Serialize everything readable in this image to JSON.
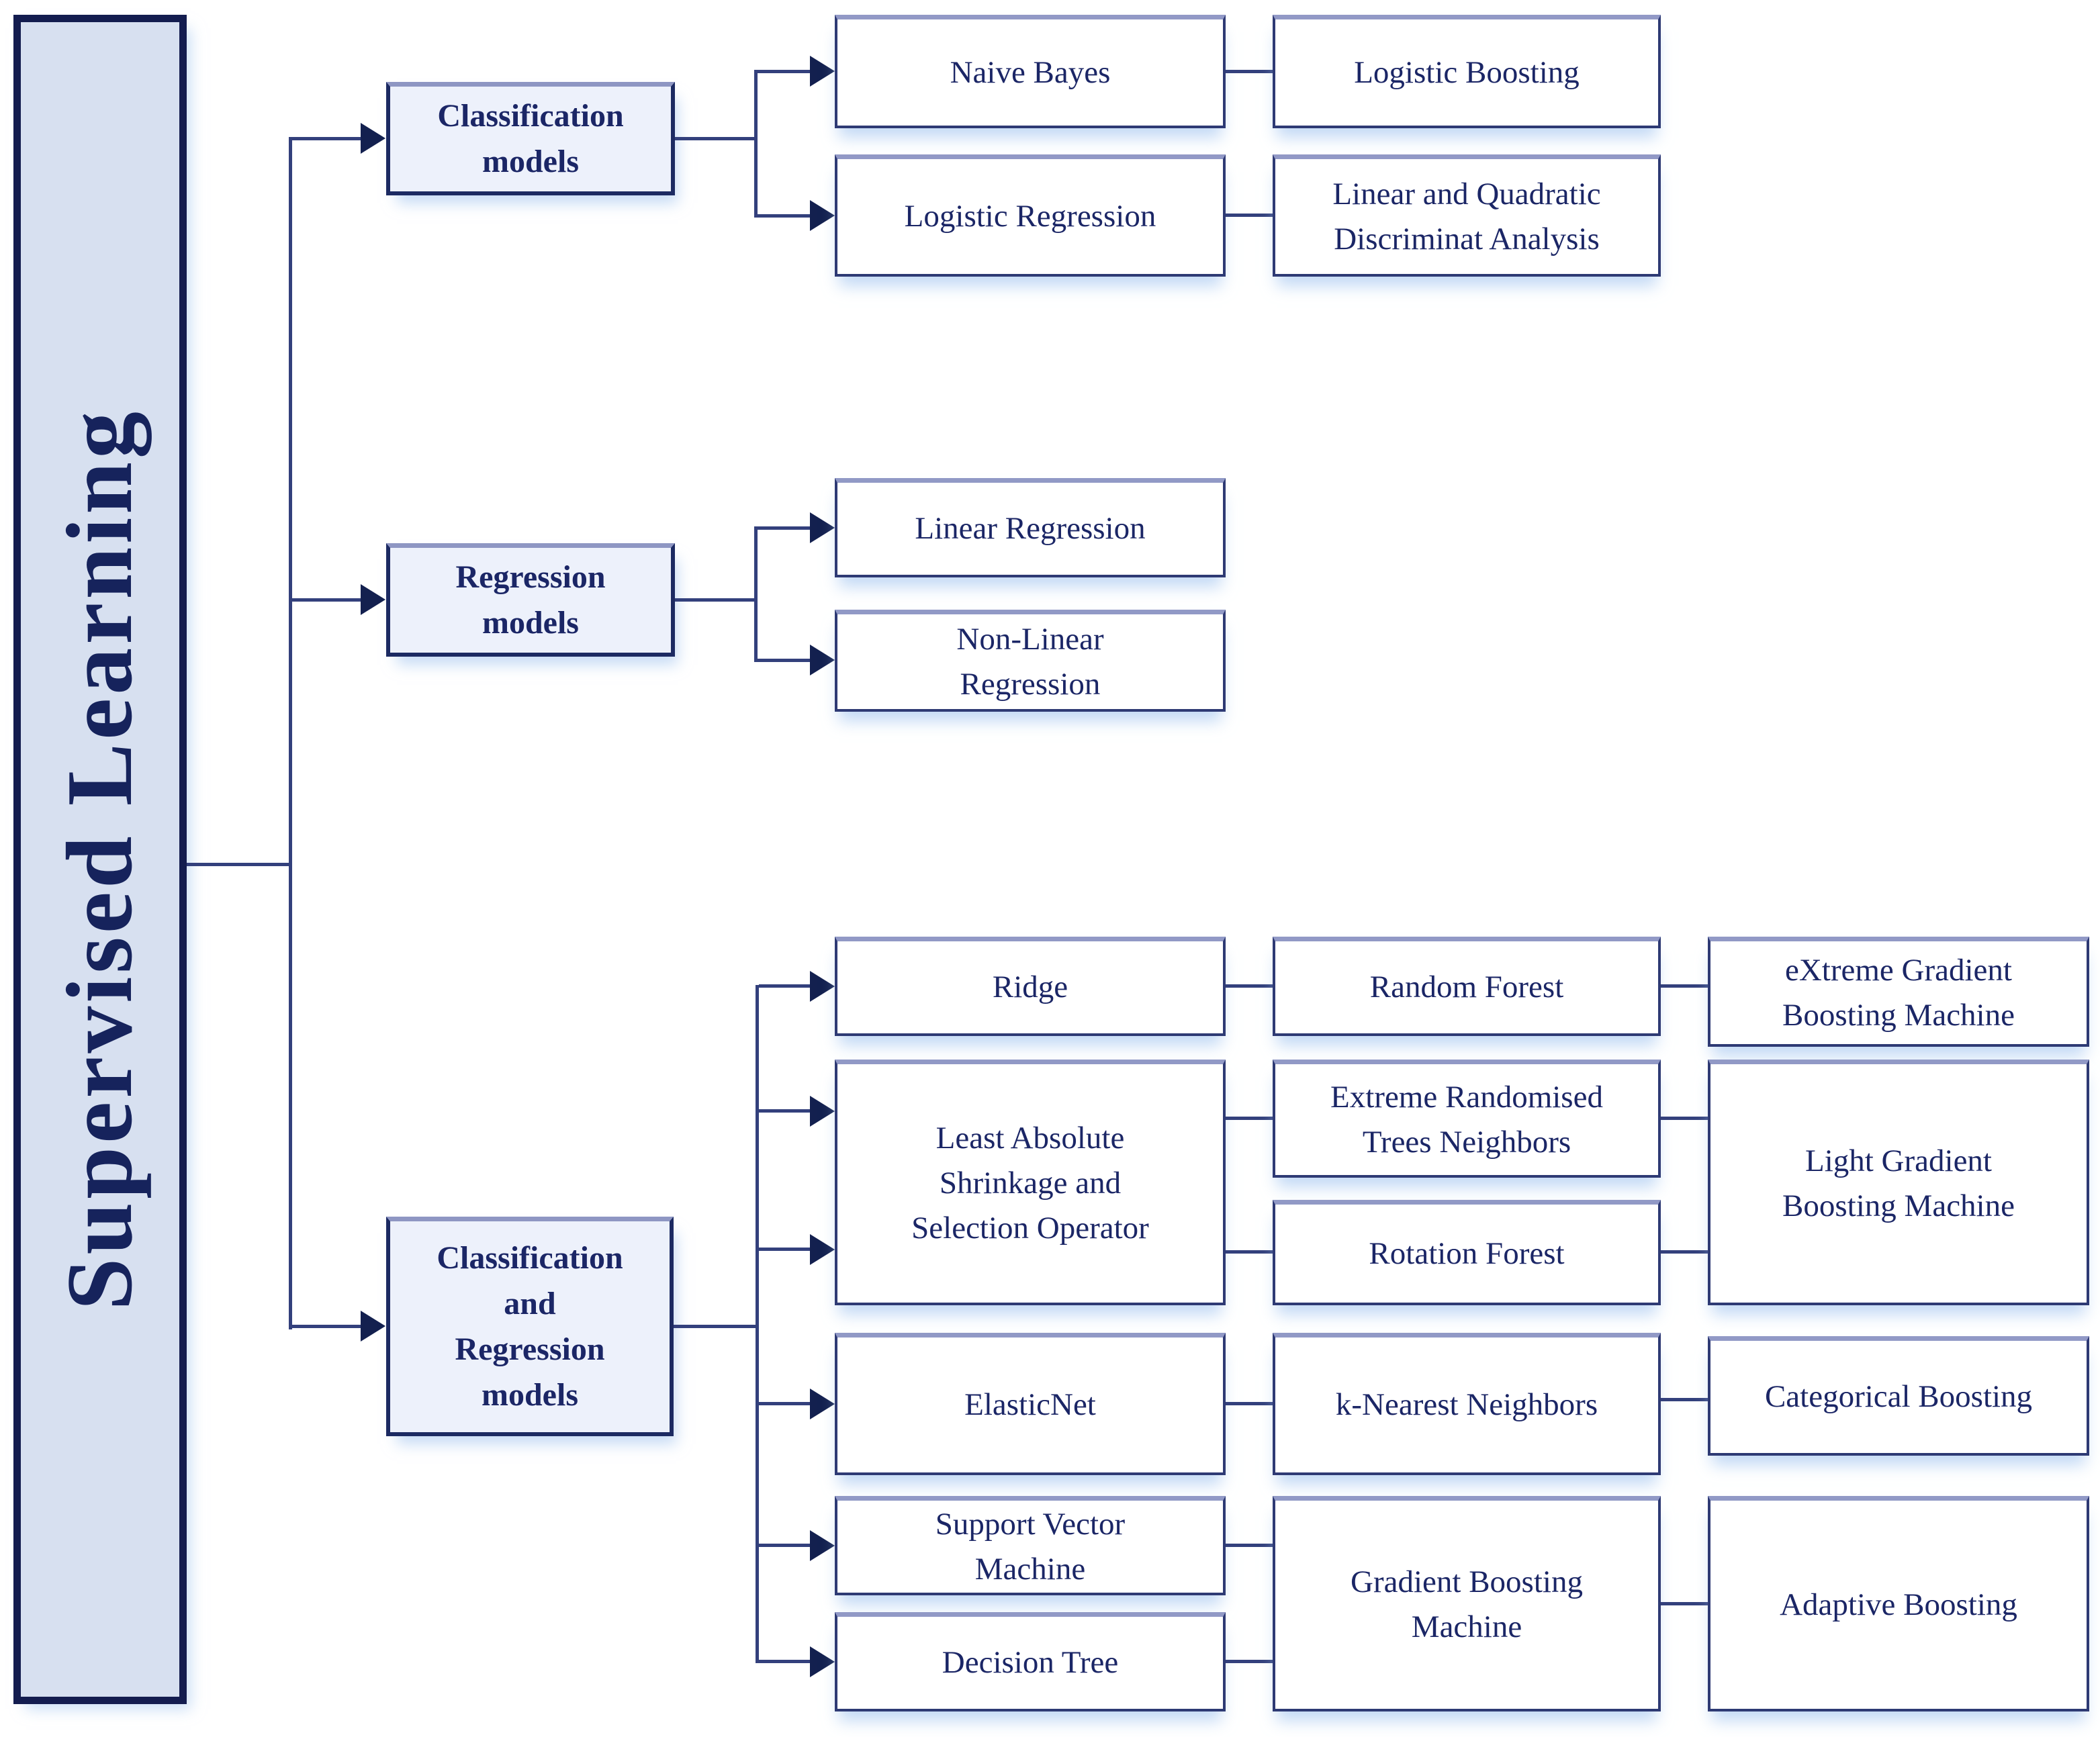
{
  "diagram": {
    "title": "Supervised Learning",
    "root": {
      "label": "Supervised Learning"
    },
    "categories": {
      "classification": {
        "label": "Classification\nmodels"
      },
      "regression": {
        "label": "Regression\nmodels"
      },
      "classification_regression": {
        "label": "Classification\nand\nRegression\nmodels"
      }
    },
    "nodes": {
      "naive_bayes": "Naive Bayes",
      "logistic_boosting": "Logistic Boosting",
      "logistic_regression": "Logistic Regression",
      "linear_quadratic_discriminant": "Linear and Quadratic\nDiscriminat Analysis",
      "linear_regression": "Linear Regression",
      "non_linear_regression": "Non-Linear\nRegression",
      "ridge": "Ridge",
      "lasso": "Least Absolute\nShrinkage and\nSelection Operator",
      "elasticnet": "ElasticNet",
      "support_vector_machine": "Support Vector\nMachine",
      "decision_tree": "Decision Tree",
      "random_forest": "Random Forest",
      "extreme_randomised_trees": "Extreme Randomised\nTrees Neighbors",
      "rotation_forest": "Rotation Forest",
      "k_nearest_neighbors": "k-Nearest Neighbors",
      "gradient_boosting_machine": "Gradient Boosting\nMachine",
      "extreme_gradient_boosting": "eXtreme Gradient\nBoosting Machine",
      "light_gradient_boosting": "Light Gradient\nBoosting Machine",
      "categorical_boosting": "Categorical Boosting",
      "adaptive_boosting": "Adaptive Boosting"
    },
    "edges": [
      {
        "from": "Supervised Learning",
        "to": "Classification models",
        "arrow": true
      },
      {
        "from": "Supervised Learning",
        "to": "Regression models",
        "arrow": true
      },
      {
        "from": "Supervised Learning",
        "to": "Classification and Regression models",
        "arrow": true
      },
      {
        "from": "Classification models",
        "to": "Naive Bayes",
        "arrow": true
      },
      {
        "from": "Classification models",
        "to": "Logistic Regression",
        "arrow": true
      },
      {
        "from": "Naive Bayes",
        "to": "Logistic Boosting",
        "arrow": false
      },
      {
        "from": "Logistic Regression",
        "to": "Linear and Quadratic Discriminat Analysis",
        "arrow": false
      },
      {
        "from": "Regression models",
        "to": "Linear Regression",
        "arrow": true
      },
      {
        "from": "Regression models",
        "to": "Non-Linear Regression",
        "arrow": true
      },
      {
        "from": "Classification and Regression models",
        "to": "Ridge",
        "arrow": true
      },
      {
        "from": "Classification and Regression models",
        "to": "Least Absolute Shrinkage and Selection Operator",
        "arrow": true
      },
      {
        "from": "Classification and Regression models",
        "to": "Least Absolute Shrinkage and Selection Operator",
        "arrow": true
      },
      {
        "from": "Classification and Regression models",
        "to": "ElasticNet",
        "arrow": true
      },
      {
        "from": "Classification and Regression models",
        "to": "Support Vector Machine",
        "arrow": true
      },
      {
        "from": "Classification and Regression models",
        "to": "Decision Tree",
        "arrow": true
      },
      {
        "from": "Ridge",
        "to": "Random Forest",
        "arrow": false
      },
      {
        "from": "Random Forest",
        "to": "eXtreme Gradient Boosting Machine",
        "arrow": false
      },
      {
        "from": "Least Absolute Shrinkage and Selection Operator",
        "to": "Extreme Randomised Trees Neighbors",
        "arrow": false
      },
      {
        "from": "Least Absolute Shrinkage and Selection Operator",
        "to": "Rotation Forest",
        "arrow": false
      },
      {
        "from": "Extreme Randomised Trees Neighbors",
        "to": "Light Gradient Boosting Machine",
        "arrow": false
      },
      {
        "from": "Rotation Forest",
        "to": "Light Gradient Boosting Machine",
        "arrow": false
      },
      {
        "from": "ElasticNet",
        "to": "k-Nearest Neighbors",
        "arrow": false
      },
      {
        "from": "k-Nearest Neighbors",
        "to": "Categorical Boosting",
        "arrow": false
      },
      {
        "from": "Support Vector Machine",
        "to": "Gradient Boosting Machine",
        "arrow": false
      },
      {
        "from": "Decision Tree",
        "to": "Gradient Boosting Machine",
        "arrow": false
      },
      {
        "from": "Gradient Boosting Machine",
        "to": "Adaptive Boosting",
        "arrow": false
      }
    ],
    "colors": {
      "border_navy": "#1c2a62",
      "leaf_border": "#2e3a74",
      "text_navy": "#1b2666",
      "root_fill": "#d7e0f0",
      "category_fill": "#edf1fb",
      "leaf_fill": "#ffffff",
      "connector": "#33407c",
      "arrowhead": "#13204f",
      "shadow_glow": "#cfe0f5"
    }
  }
}
